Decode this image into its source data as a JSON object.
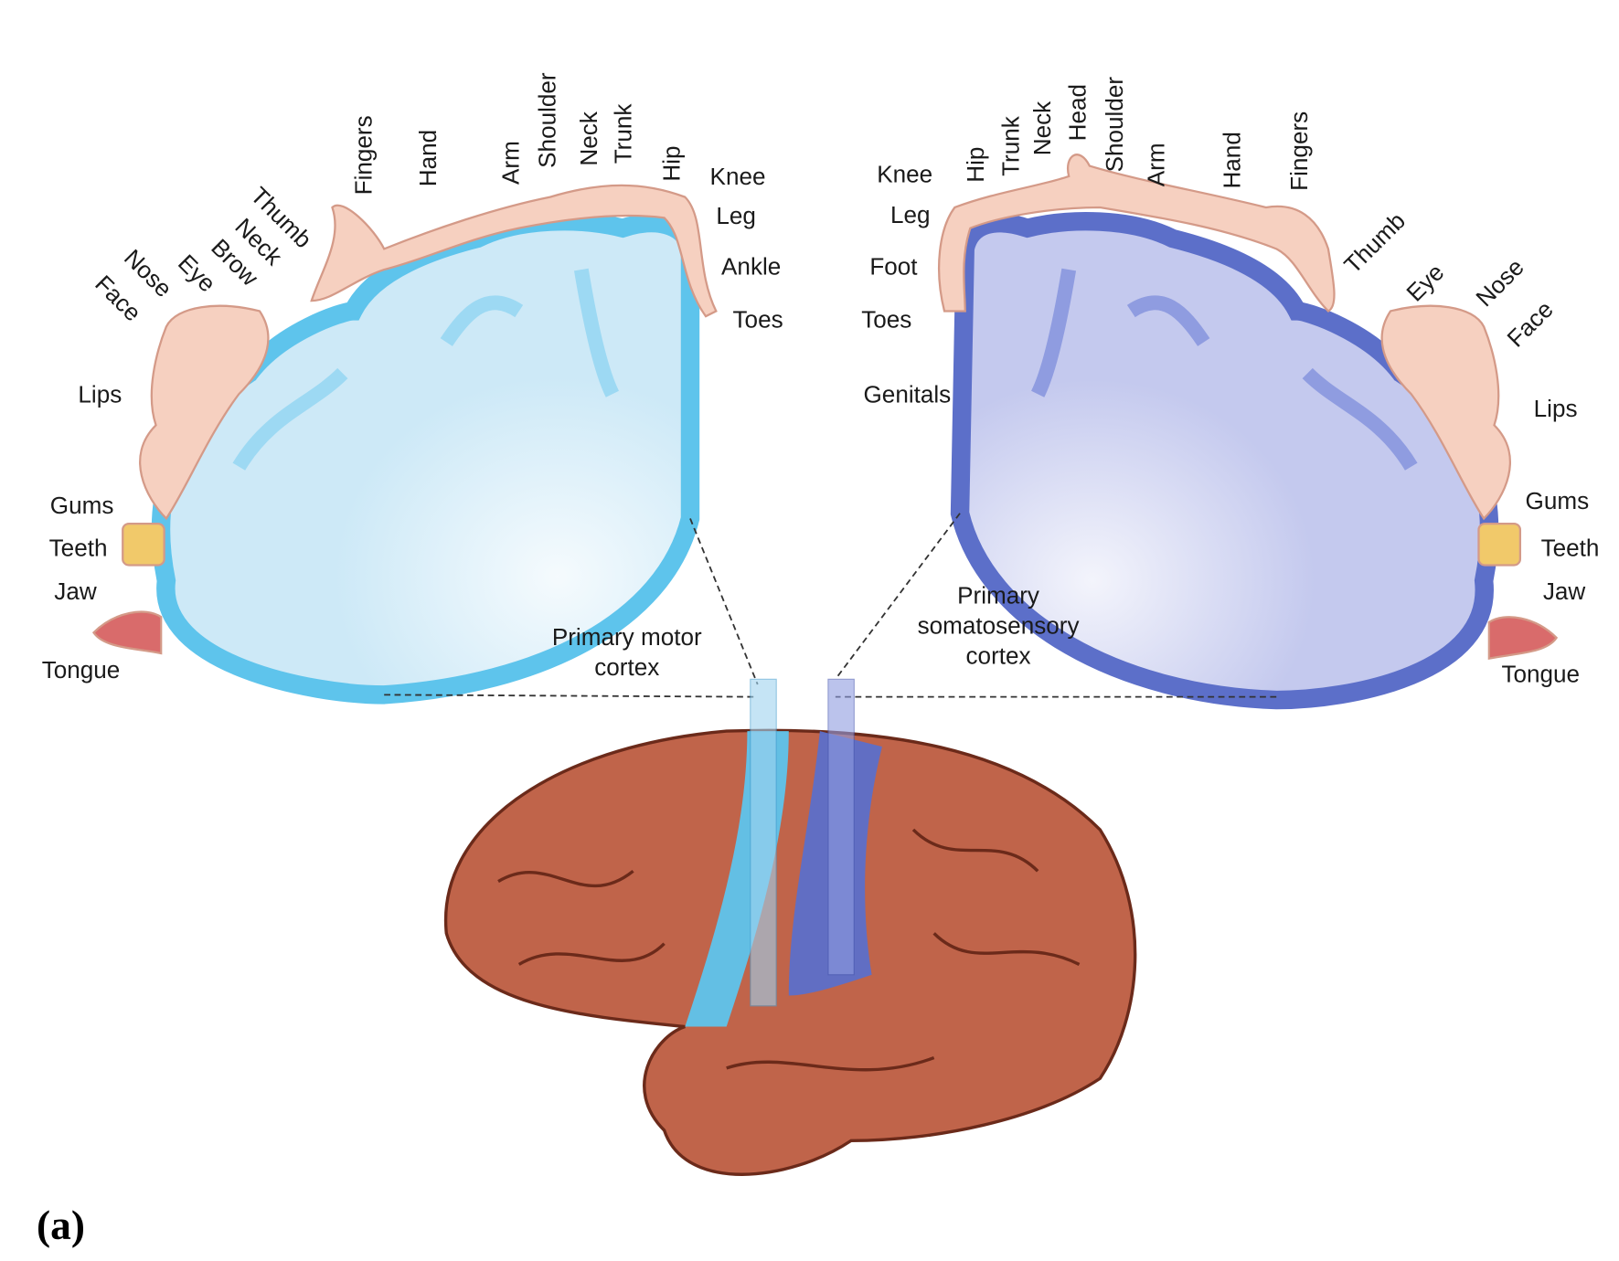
{
  "figure_label": "(a)",
  "motor": {
    "title_line1": "Primary motor",
    "title_line2": "cortex",
    "labels": {
      "fingers": "Fingers",
      "hand": "Hand",
      "arm": "Arm",
      "shoulder": "Shoulder",
      "neck_top": "Neck",
      "trunk": "Trunk",
      "hip": "Hip",
      "knee": "Knee",
      "leg": "Leg",
      "ankle": "Ankle",
      "toes": "Toes",
      "thumb": "Thumb",
      "neck": "Neck",
      "brow": "Brow",
      "eye": "Eye",
      "nose": "Nose",
      "face": "Face",
      "lips": "Lips",
      "gums": "Gums",
      "teeth": "Teeth",
      "jaw": "Jaw",
      "tongue": "Tongue"
    }
  },
  "sensory": {
    "title_line1": "Primary",
    "title_line2": "somatosensory",
    "title_line3": "cortex",
    "labels": {
      "knee": "Knee",
      "hip": "Hip",
      "trunk": "Trunk",
      "neck": "Neck",
      "head": "Head",
      "shoulder": "Shoulder",
      "arm": "Arm",
      "hand": "Hand",
      "fingers": "Fingers",
      "leg": "Leg",
      "foot": "Foot",
      "toes": "Toes",
      "genitals": "Genitals",
      "thumb": "Thumb",
      "eye": "Eye",
      "nose": "Nose",
      "face": "Face",
      "lips": "Lips",
      "gums": "Gums",
      "teeth": "Teeth",
      "jaw": "Jaw",
      "tongue": "Tongue"
    }
  },
  "colors": {
    "motor": "#5ec4ec",
    "motor_light": "#cde9f7",
    "sensory": "#5c6fc9",
    "sensory_light": "#c4c9ee",
    "brain": "#c0644a",
    "skin": "#f6d0c0"
  }
}
